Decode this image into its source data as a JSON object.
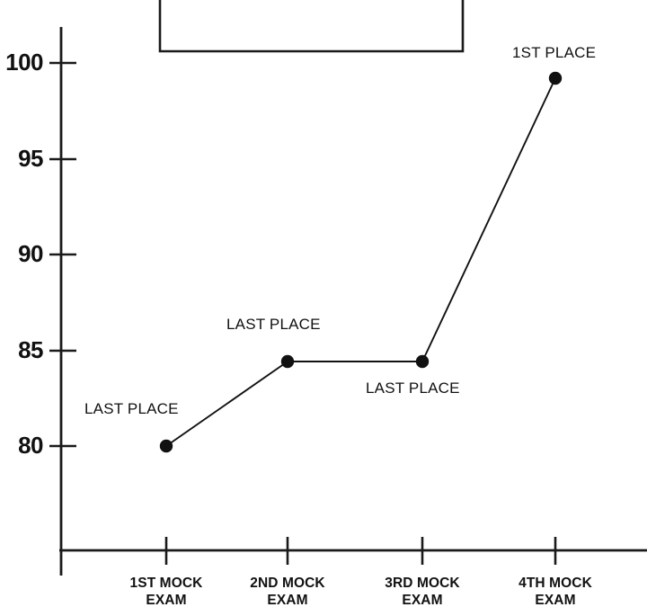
{
  "chart_data": {
    "type": "line",
    "title": "",
    "subtitle": "",
    "xlabel": "",
    "ylabel": "",
    "categories": [
      "1ST MOCK\nEXAM",
      "2ND MOCK\nEXAM",
      "3RD MOCK\nEXAM",
      "4TH MOCK\nEXAM"
    ],
    "values": [
      80.0,
      84.4,
      84.4,
      99.2
    ],
    "series": [
      {
        "name": "",
        "values": [
          80.0,
          84.4,
          84.4,
          99.2
        ]
      }
    ],
    "point_annotations": [
      "LAST PLACE",
      "LAST PLACE",
      "LAST PLACE",
      "1ST PLACE"
    ],
    "ylim": [
      76.5,
      101.5
    ],
    "yticks": [
      80,
      85,
      90,
      95,
      100
    ],
    "ytick_labels": [
      "80",
      "85",
      "90",
      "95",
      "100"
    ],
    "xticks": [
      1,
      2,
      3,
      4
    ],
    "grid": false,
    "legend": "none",
    "legend_position": "top",
    "line_color": "#111111",
    "marker_color": "#111111",
    "axis_color": "#1a1a1a",
    "background_color": "#ffffff"
  },
  "axes": {
    "y_axis_name": "y-axis",
    "x_axis_name": "x-axis"
  },
  "legend_box": {
    "visible": true,
    "content": ""
  }
}
